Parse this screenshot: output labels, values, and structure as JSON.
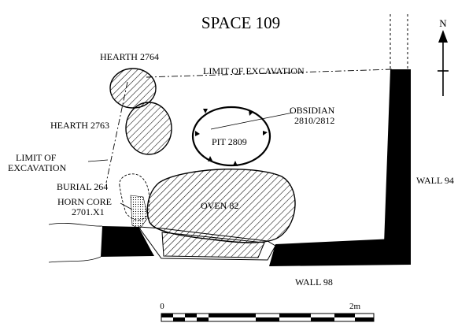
{
  "title": "SPACE 109",
  "north_label": "N",
  "labels": {
    "hearth_2764": "HEARTH 2764",
    "hearth_2763": "HEARTH 2763",
    "limit_top": "LIMIT OF EXCAVATION",
    "limit_left_1": "LIMIT OF",
    "limit_left_2": "EXCAVATION",
    "obsidian_1": "OBSIDIAN",
    "obsidian_2": "2810/2812",
    "pit": "PIT 2809",
    "burial": "BURIAL 264",
    "horn_core_1": "HORN CORE",
    "horn_core_2": "2701.X1",
    "oven": "OVEN 82",
    "wall_94": "WALL 94",
    "wall_98": "WALL 98"
  },
  "scale_bar": {
    "start_label": "0",
    "end_label": "2m"
  }
}
